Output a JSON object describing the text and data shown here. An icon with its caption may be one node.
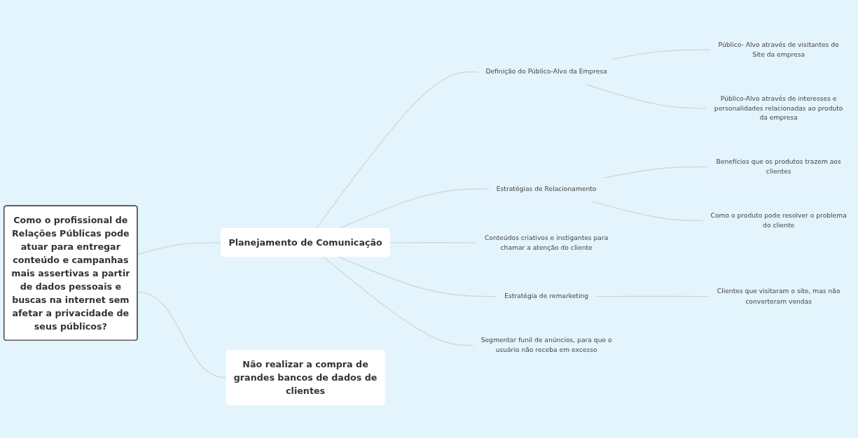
{
  "diagram": {
    "nodes": [
      {
        "text": [
          "Como o profissional de Relações Públicas pode atuar para entregar conteúdo e campanhas mais assertivas a partir de dados pessoais e buscas na internet sem afetar a privacidade de seus públicos?"
        ]
      },
      {
        "text": [
          "Planejamento de Comunicação"
        ]
      },
      {
        "text": [
          "Definição do Público-Alvo da Empresa"
        ]
      },
      {
        "text": [
          "Público- Alvo através de visitantes do Site da empresa"
        ]
      },
      {
        "text": [
          "Público-Alvo através de interesses e personalidades relacionadas ao produto da empresa"
        ]
      },
      {
        "text": [
          "Estratégias de Relacionamento"
        ]
      },
      {
        "text": [
          "Benefícios que os produtos trazem aos clientes"
        ]
      },
      {
        "text": [
          "Como o produto pode resolver o problema do cliente"
        ]
      },
      {
        "text": [
          "Conteúdos criativos e instigantes para chamar a atenção do cliente"
        ]
      },
      {
        "text": [
          "Estratégia de remarketing"
        ]
      },
      {
        "text": [
          "Clientes que visitaram o site, mas não converteram vendas"
        ]
      },
      {
        "text": [
          "Segmentar funil de anúncios, para que o usuário não receba em excesso"
        ]
      },
      {
        "text": [
          "Não realizar a compra de grandes bancos de dados de clientes"
        ]
      }
    ],
    "edges": [
      {
        "from": 0,
        "to": 1,
        "arrow": "none"
      },
      {
        "from": 1,
        "to": 2,
        "arrow": "none"
      },
      {
        "from": 2,
        "to": 3,
        "arrow": "none"
      },
      {
        "from": 2,
        "to": 4,
        "arrow": "none"
      },
      {
        "from": 1,
        "to": 5,
        "arrow": "none"
      },
      {
        "from": 5,
        "to": 6,
        "arrow": "none"
      },
      {
        "from": 5,
        "to": 7,
        "arrow": "none"
      },
      {
        "from": 1,
        "to": 8,
        "arrow": "none"
      },
      {
        "from": 1,
        "to": 9,
        "arrow": "none"
      },
      {
        "from": 9,
        "to": 10,
        "arrow": "none"
      },
      {
        "from": 1,
        "to": 11,
        "arrow": "none"
      },
      {
        "from": 0,
        "to": 12,
        "arrow": "none"
      }
    ]
  }
}
